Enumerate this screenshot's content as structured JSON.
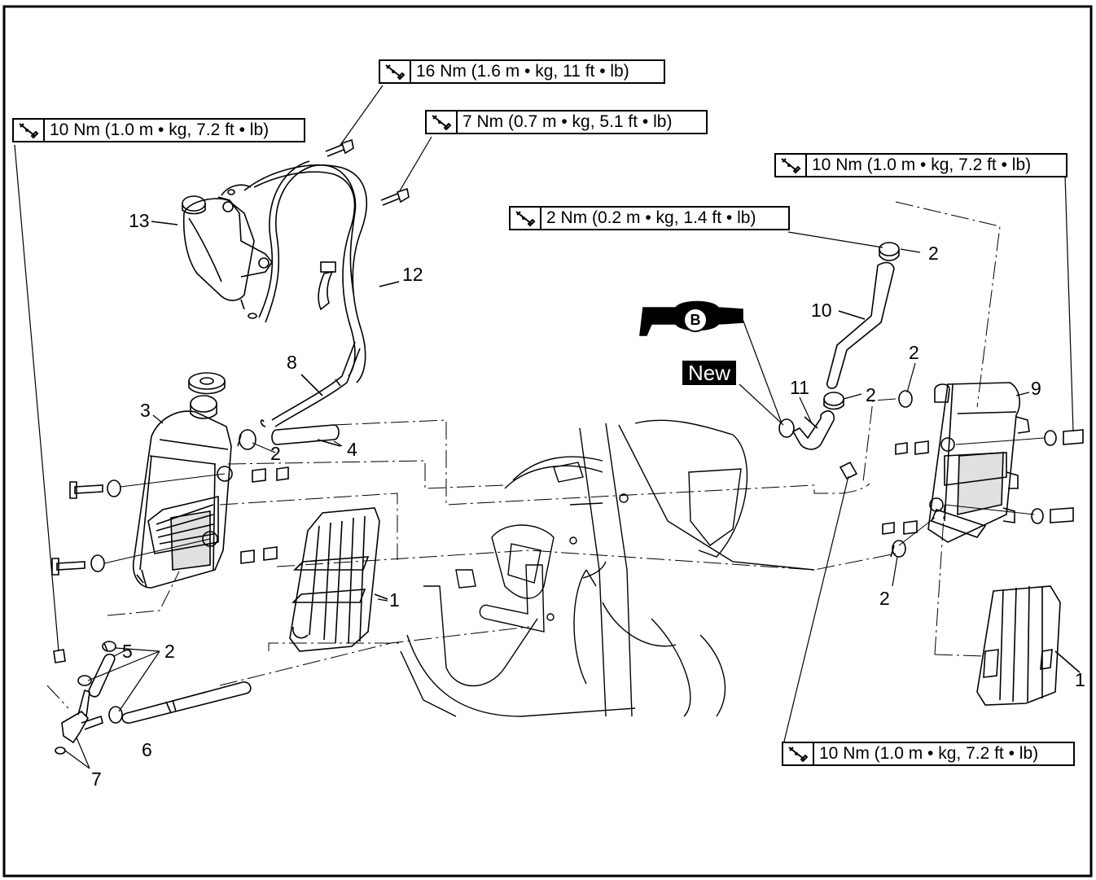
{
  "torque_labels": {
    "t16": "16 Nm (1.6 m • kg, 11 ft • lb)",
    "t7": "7 Nm (0.7 m • kg, 5.1 ft • lb)",
    "t10_left": "10 Nm (1.0 m • kg, 7.2 ft • lb)",
    "t10_right_top": "10 Nm (1.0 m • kg, 7.2 ft • lb)",
    "t2": "2 Nm (0.2 m • kg, 1.4 ft • lb)",
    "t10_bottom": "10 Nm (1.0 m • kg, 7.2 ft • lb)"
  },
  "callouts": {
    "n13": "13",
    "n12": "12",
    "n8": "8",
    "n3": "3",
    "n2a": "2",
    "n4": "4",
    "n1a": "1",
    "n5": "5",
    "n2b": "2",
    "n6": "6",
    "n7": "7",
    "n10": "10",
    "n2c": "2",
    "n11": "11",
    "n2d": "2",
    "n2e": "2",
    "n9": "9",
    "n2f": "2",
    "n1b": "1"
  },
  "badges": {
    "new": "New",
    "b_marker": "B"
  },
  "icons": {
    "torque": "torque-wrench-icon",
    "lubricant": "lubricant-grease-icon"
  }
}
